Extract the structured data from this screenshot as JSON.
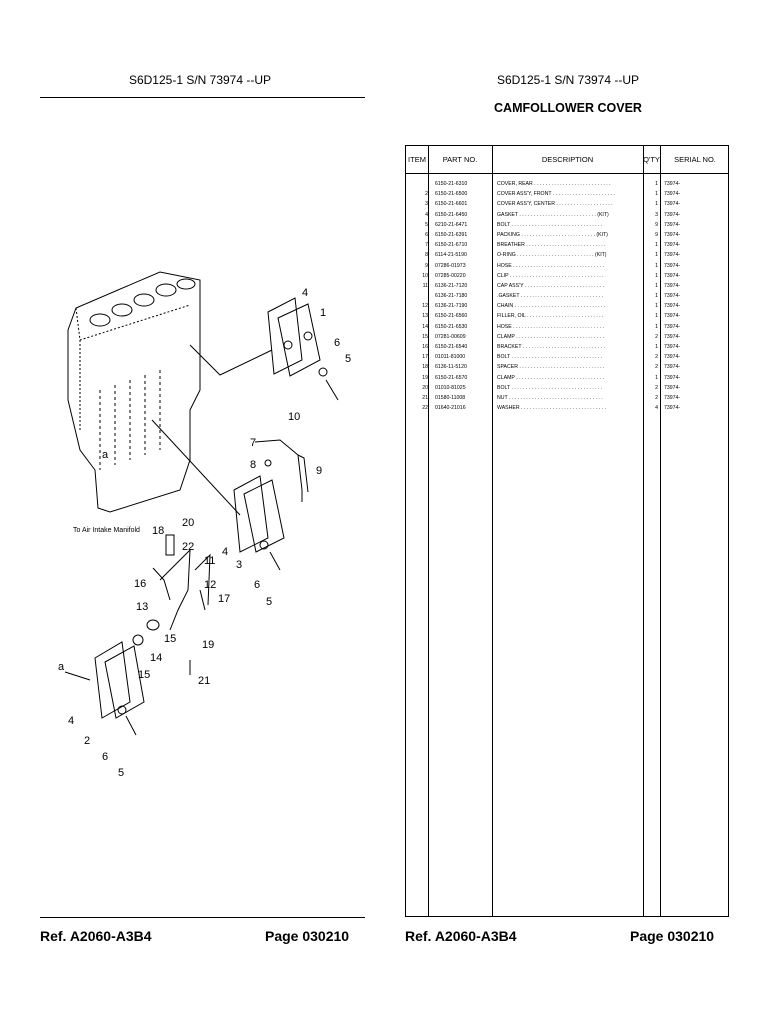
{
  "left_header": "S6D125-1 S/N 73974 --UP",
  "right_header": "S6D125-1 S/N 73974 --UP",
  "title": "CAMFOLLOWER COVER",
  "diagram_labels": {
    "to_air_intake": "To Air Intake Manifold",
    "a": "a",
    "callouts": [
      "4",
      "1",
      "6",
      "5",
      "10",
      "7",
      "8",
      "9",
      "4",
      "3",
      "6",
      "5",
      "18",
      "20",
      "22",
      "11",
      "16",
      "12",
      "13",
      "17",
      "15",
      "14",
      "15",
      "19",
      "21",
      "4",
      "2",
      "6",
      "5"
    ]
  },
  "table": {
    "headers": {
      "item": "ITEM",
      "part": "PART NO.",
      "desc": "DESCRIPTION",
      "qty": "Q'TY",
      "serial": "SERIAL NO."
    },
    "rows": [
      {
        "item": "",
        "part": "6150-21-6310",
        "desc": "COVER, REAR  . . . . . . . . . . . . . . . . . . . . . . . . . . .",
        "qty": "1",
        "serial": "73974-"
      },
      {
        "item": "2",
        "part": "6150-21-6500",
        "desc": "COVER ASS'Y, FRONT . . . . . . . . . . . . . . . . . . . . . .",
        "qty": "1",
        "serial": "73974-"
      },
      {
        "item": "3",
        "part": "6150-21-6601",
        "desc": "COVER ASS'Y, CENTER  . . . . . . . . . . . . . . . . . . . .",
        "qty": "1",
        "serial": "73974-"
      },
      {
        "item": "4",
        "part": "6150-21-6450",
        "desc": "GASKET . . . . . . . . . . . . . . . . . . . . . . . . . . . (KIT)",
        "qty": "3",
        "serial": "73974-"
      },
      {
        "item": "5",
        "part": "6210-21-6471",
        "desc": "BOLT . . . . . . . . . . . . . . . . . . . . . . . . . . . . . . . .",
        "qty": "9",
        "serial": "73974-"
      },
      {
        "item": "6",
        "part": "6150-21-6391",
        "desc": "PACKING  . . . . . . . . . . . . . . . . . . . . . . . . . . (KIT)",
        "qty": "9",
        "serial": "73974-"
      },
      {
        "item": "7",
        "part": "6150-21-6710",
        "desc": "BREATHER  . . . . . . . . . . . . . . . . . . . . . . . . . . . .",
        "qty": "1",
        "serial": "73974-"
      },
      {
        "item": "8",
        "part": "6114-21-5190",
        "desc": "O-RING  . . . . . . . . . . . . . . . . . . . . . . . . . . . (KIT)",
        "qty": "1",
        "serial": "73974-"
      },
      {
        "item": "9",
        "part": "07286-01973",
        "desc": "HOSE  . . . . . . . . . . . . . . . . . . . . . . . . . . . . . . . .",
        "qty": "1",
        "serial": "73974-"
      },
      {
        "item": "10",
        "part": "07285-00220",
        "desc": "CLIP  . . . . . . . . . . . . . . . . . . . . . . . . . . . . . . . . .",
        "qty": "1",
        "serial": "73974-"
      },
      {
        "item": "11",
        "part": "6136-21-7120",
        "desc": "CAP ASS'Y  . . . . . . . . . . . . . . . . . . . . . . . . . . . .",
        "qty": "1",
        "serial": "73974-"
      },
      {
        "item": "",
        "part": "6136-21-7180",
        "desc": ".GASKET . . . . . . . . . . . . . . . . . . . . . . . . . . . . .",
        "qty": "1",
        "serial": "73974-"
      },
      {
        "item": "12",
        "part": "6136-21-7190",
        "desc": "CHAIN . . . . . . . . . . . . . . . . . . . . . . . . . . . . . . . .",
        "qty": "1",
        "serial": "73974-"
      },
      {
        "item": "13",
        "part": "6150-21-6560",
        "desc": "FILLER, OIL  . . . . . . . . . . . . . . . . . . . . . . . . . . .",
        "qty": "1",
        "serial": "73974-"
      },
      {
        "item": "14",
        "part": "6150-21-6530",
        "desc": "HOSE  . . . . . . . . . . . . . . . . . . . . . . . . . . . . . . . .",
        "qty": "1",
        "serial": "73974-"
      },
      {
        "item": "15",
        "part": "07281-00609",
        "desc": "CLAMP  . . . . . . . . . . . . . . . . . . . . . . . . . . . . . . .",
        "qty": "2",
        "serial": "73974-"
      },
      {
        "item": "16",
        "part": "6150-21-6540",
        "desc": "BRACKET  . . . . . . . . . . . . . . . . . . . . . . . . . . . . .",
        "qty": "1",
        "serial": "73974-"
      },
      {
        "item": "17",
        "part": "01011-81000",
        "desc": "BOLT . . . . . . . . . . . . . . . . . . . . . . . . . . . . . . . .",
        "qty": "2",
        "serial": "73974-"
      },
      {
        "item": "18",
        "part": "6136-11-5120",
        "desc": "SPACER  . . . . . . . . . . . . . . . . . . . . . . . . . . . . . .",
        "qty": "2",
        "serial": "73974-"
      },
      {
        "item": "19",
        "part": "6150-21-6570",
        "desc": "CLAMP  . . . . . . . . . . . . . . . . . . . . . . . . . . . . . . .",
        "qty": "1",
        "serial": "73974-"
      },
      {
        "item": "20",
        "part": "01010-81025",
        "desc": "BOLT . . . . . . . . . . . . . . . . . . . . . . . . . . . . . . . .",
        "qty": "2",
        "serial": "73974-"
      },
      {
        "item": "21",
        "part": "01580-11008",
        "desc": "NUT  . . . . . . . . . . . . . . . . . . . . . . . . . . . . . . . . .",
        "qty": "2",
        "serial": "73974-"
      },
      {
        "item": "22",
        "part": "01640-21016",
        "desc": "WASHER  . . . . . . . . . . . . . . . . . . . . . . . . . . . . . .",
        "qty": "4",
        "serial": "73974-"
      }
    ]
  },
  "footer_left": {
    "ref": "Ref.  A2060-A3B4",
    "page": "Page    030210"
  },
  "footer_right": {
    "ref": "Ref.  A2060-A3B4",
    "page": "Page    030210"
  }
}
